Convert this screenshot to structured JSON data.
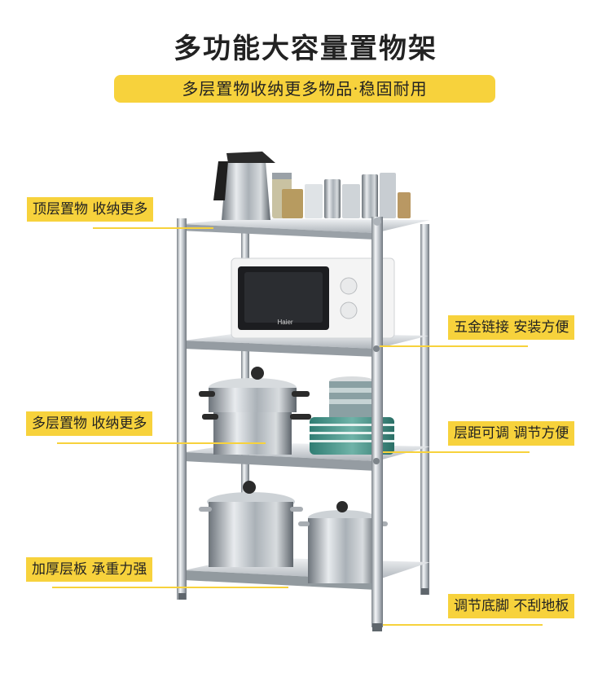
{
  "header": {
    "title": "多功能大容量置物架",
    "subtitle": "多层置物收纳更多物品·稳固耐用"
  },
  "callouts": {
    "top": "顶层置物 收纳更多",
    "middle_left": "多层置物 收纳更多",
    "bottom_left": "加厚层板 承重力强",
    "hardware": "五金链接 安装方便",
    "spacing": "层距可调 调节方便",
    "feet": "调节底脚 不刮地板"
  },
  "product": {
    "appliance_brand": "Haier"
  },
  "colors": {
    "accent": "#f7d23c",
    "steel_light": "#e9ecef",
    "steel_dark": "#8b9299"
  }
}
